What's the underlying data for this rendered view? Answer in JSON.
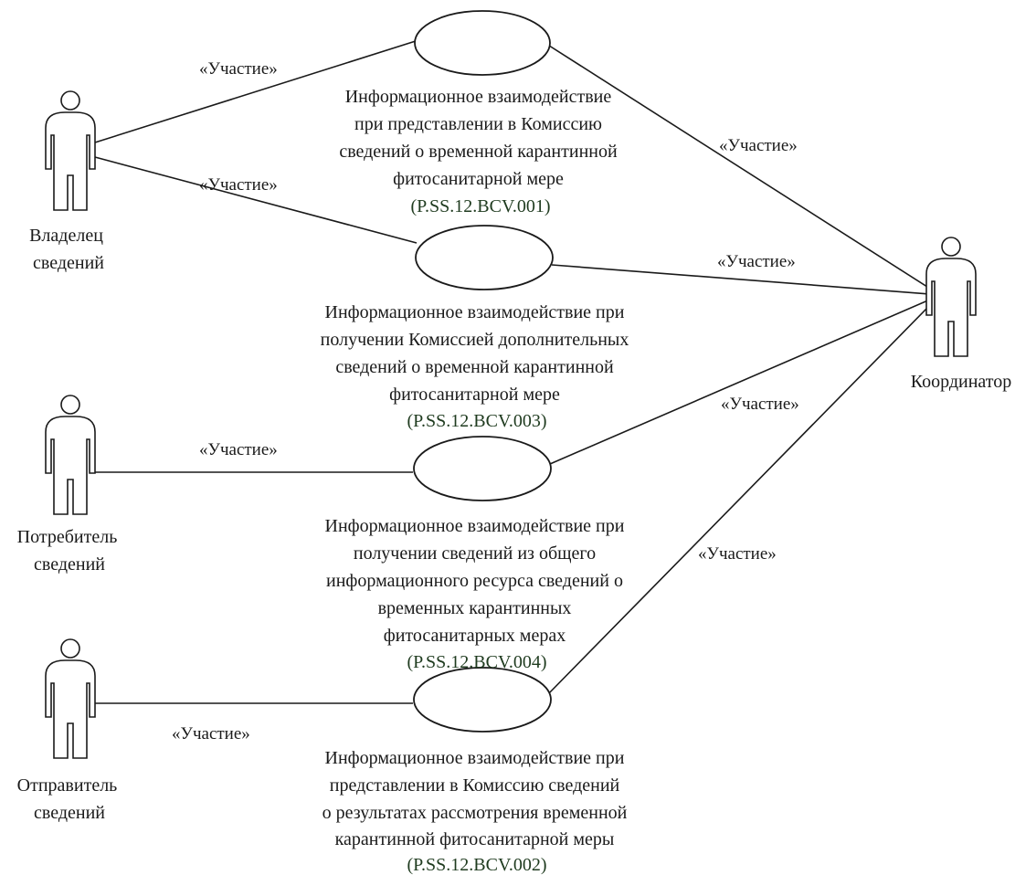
{
  "actors": [
    {
      "id": "owner",
      "lines": [
        "Владелец",
        "сведений"
      ]
    },
    {
      "id": "consumer",
      "lines": [
        "Потребитель",
        "сведений"
      ]
    },
    {
      "id": "sender",
      "lines": [
        "Отправитель",
        "сведений"
      ]
    },
    {
      "id": "coordinator",
      "lines": [
        "Координатор"
      ]
    }
  ],
  "use_cases": [
    {
      "id": "uc001",
      "lines": [
        "Информационное взаимодействие",
        "при представлении в Комиссию",
        "сведений о временной карантинной",
        "фитосанитарной мере"
      ],
      "code": "(P.SS.12.BCV.001)"
    },
    {
      "id": "uc003",
      "lines": [
        "Информационное взаимодействие при",
        "получении Комиссией дополнительных",
        "сведений о временной карантинной",
        "фитосанитарной мере"
      ],
      "code": "(P.SS.12.BCV.003)"
    },
    {
      "id": "uc004",
      "lines": [
        "Информационное взаимодействие при",
        "получении сведений из общего",
        "информационного ресурса сведений о",
        "временных карантинных",
        "фитосанитарных мерах"
      ],
      "code": "(P.SS.12.BCV.004)"
    },
    {
      "id": "uc002",
      "lines": [
        "Информационное взаимодействие при",
        "представлении в Комиссию сведений",
        "о результатах рассмотрения временной",
        "карантинной фитосанитарной меры"
      ],
      "code": "(P.SS.12.BCV.002)"
    }
  ],
  "relations": [
    {
      "from": "owner",
      "to": "uc001",
      "label": "«Участие»"
    },
    {
      "from": "owner",
      "to": "uc003",
      "label": "«Участие»"
    },
    {
      "from": "consumer",
      "to": "uc004",
      "label": "«Участие»"
    },
    {
      "from": "sender",
      "to": "uc002",
      "label": "«Участие»"
    },
    {
      "from": "coordinator",
      "to": "uc001",
      "label": "«Участие»"
    },
    {
      "from": "coordinator",
      "to": "uc003",
      "label": "«Участие»"
    },
    {
      "from": "coordinator",
      "to": "uc004",
      "label": "«Участие»"
    },
    {
      "from": "coordinator",
      "to": "uc002",
      "label": "«Участие»"
    }
  ]
}
